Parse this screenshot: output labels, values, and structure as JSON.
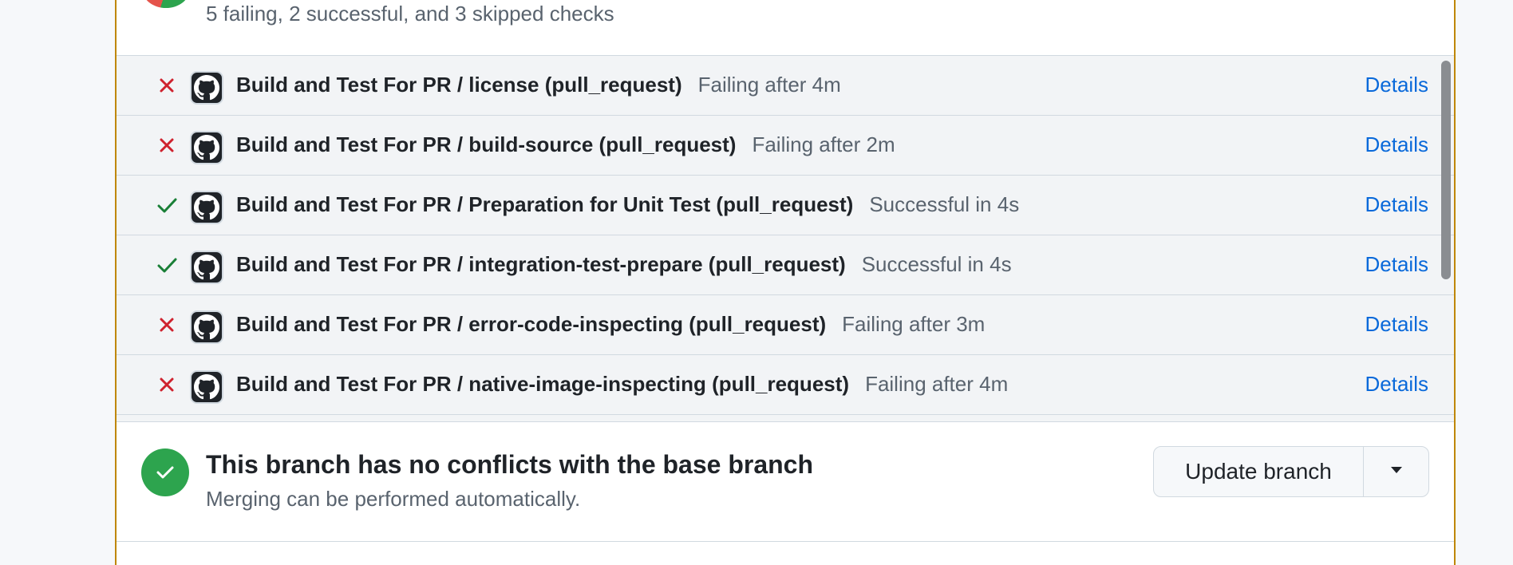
{
  "summary": {
    "text": "5 failing, 2 successful, and 3 skipped checks"
  },
  "checks": [
    {
      "name": "Build and Test For PR / license (pull_request)",
      "meta": "Failing after 4m",
      "status": "failing",
      "details": "Details"
    },
    {
      "name": "Build and Test For PR / build-source (pull_request)",
      "meta": "Failing after 2m",
      "status": "failing",
      "details": "Details"
    },
    {
      "name": "Build and Test For PR / Preparation for Unit Test (pull_request)",
      "meta": "Successful in 4s",
      "status": "successful",
      "details": "Details"
    },
    {
      "name": "Build and Test For PR / integration-test-prepare (pull_request)",
      "meta": "Successful in 4s",
      "status": "successful",
      "details": "Details"
    },
    {
      "name": "Build and Test For PR / error-code-inspecting (pull_request)",
      "meta": "Failing after 3m",
      "status": "failing",
      "details": "Details"
    },
    {
      "name": "Build and Test For PR / native-image-inspecting (pull_request)",
      "meta": "Failing after 4m",
      "status": "failing",
      "details": "Details"
    }
  ],
  "merge": {
    "title": "This branch has no conflicts with the base branch",
    "subtitle": "Merging can be performed automatically.",
    "update_button": "Update branch"
  },
  "colors": {
    "failing": "#cf222e",
    "successful": "#1a7f37",
    "link": "#0969da",
    "panel_border": "#bf8700"
  },
  "icons": {
    "failing": "x-icon",
    "successful": "check-icon",
    "app": "github-icon",
    "merge_ok": "check-circle-icon",
    "dropdown": "triangle-down-icon"
  }
}
